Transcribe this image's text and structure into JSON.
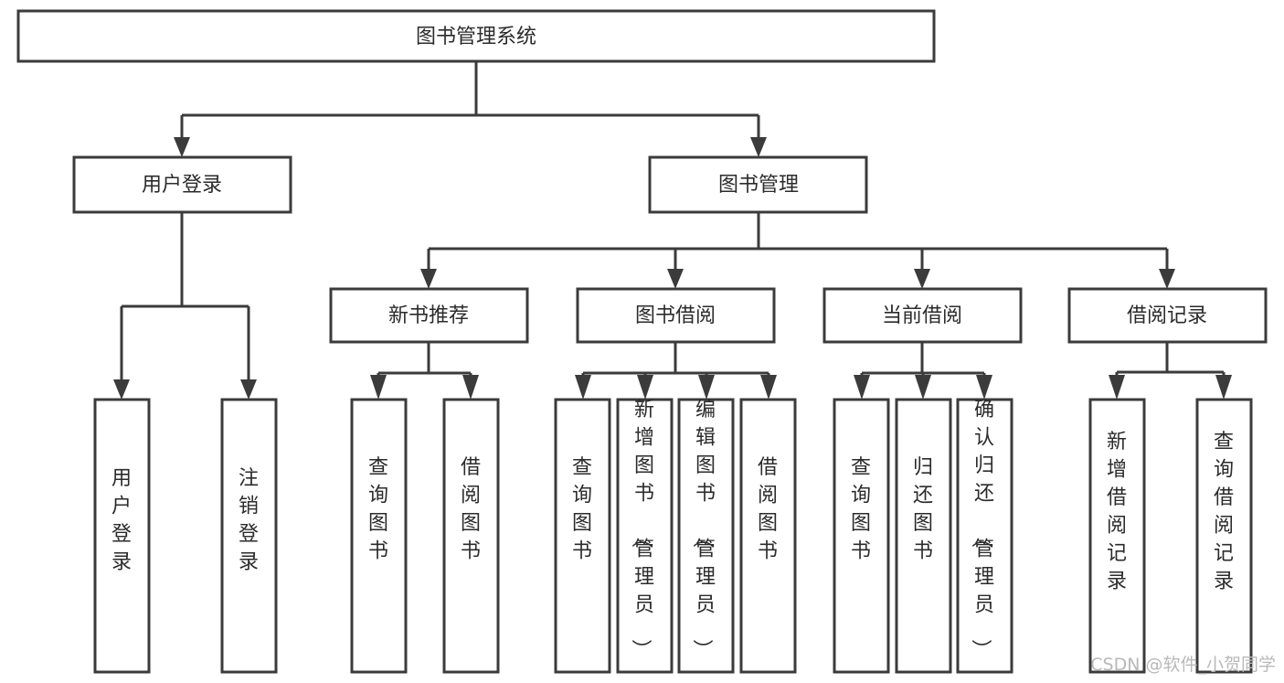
{
  "diagram": {
    "title": "图书管理系统",
    "type": "tree-hierarchy",
    "root": {
      "label": "图书管理系统"
    },
    "level2": [
      {
        "label": "用户登录"
      },
      {
        "label": "图书管理"
      }
    ],
    "level3": [
      {
        "label": "新书推荐"
      },
      {
        "label": "图书借阅"
      },
      {
        "label": "当前借阅"
      },
      {
        "label": "借阅记录"
      }
    ],
    "leaves": {
      "user_login": [
        {
          "label": "用户登录"
        },
        {
          "label": "注销登录"
        }
      ],
      "new_book_recommend": [
        {
          "label": "查询图书"
        },
        {
          "label": "借阅图书"
        }
      ],
      "book_borrow": [
        {
          "label": "查询图书"
        },
        {
          "label": "新增图书（管理员）"
        },
        {
          "label": "编辑图书（管理员）"
        },
        {
          "label": "借阅图书"
        }
      ],
      "current_borrow": [
        {
          "label": "查询图书"
        },
        {
          "label": "归还图书"
        },
        {
          "label": "确认归还（管理员）"
        }
      ],
      "borrow_record": [
        {
          "label": "新增借阅记录"
        },
        {
          "label": "查询借阅记录"
        }
      ]
    }
  },
  "watermark": {
    "text": "CSDN @软件_小贺同学"
  },
  "colors": {
    "stroke": "#3b3b3b",
    "fill": "#ffffff",
    "text": "#2b2b2b",
    "watermark": "#b9b9b9"
  }
}
